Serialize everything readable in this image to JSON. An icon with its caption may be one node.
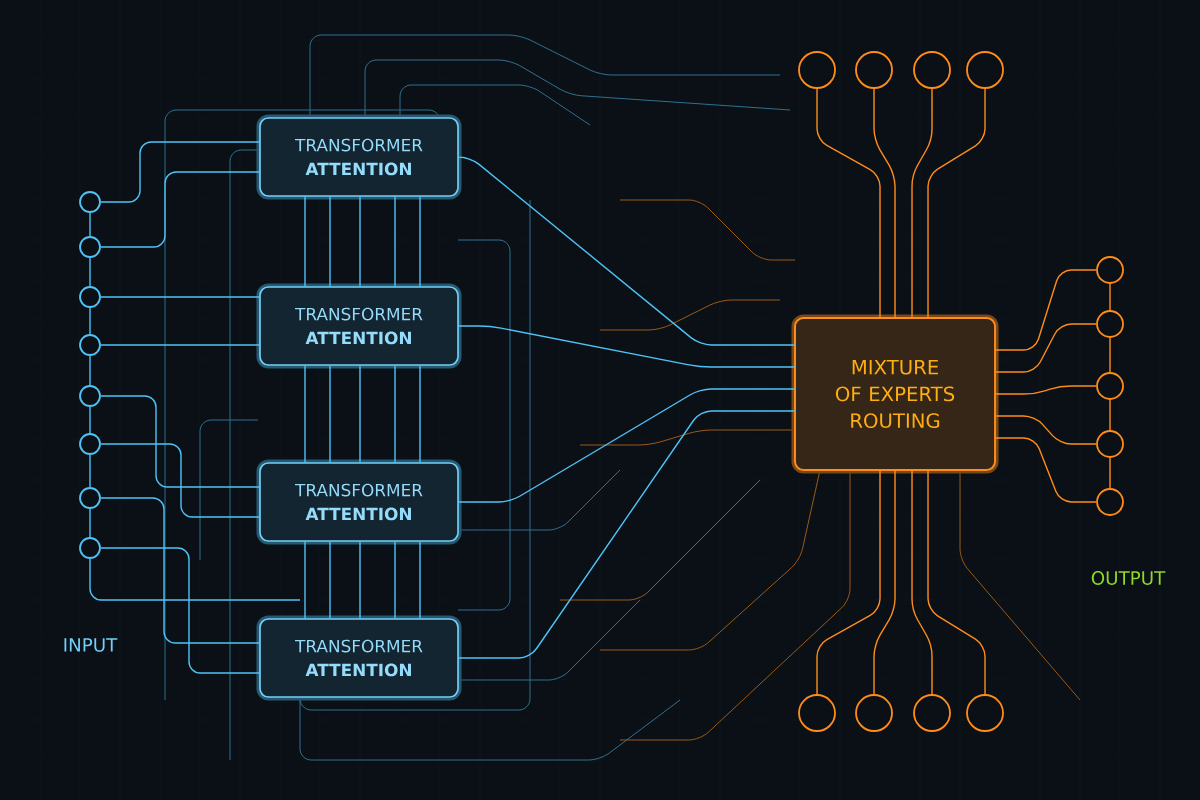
{
  "diagram": {
    "nodes": [
      {
        "text": [
          "TRANSFORMER",
          "ATTENTION"
        ]
      },
      {
        "text": [
          "TRANSFORMER",
          "ATTENTION"
        ]
      },
      {
        "text": [
          "TRANSFORMER",
          "ATTENTION"
        ]
      },
      {
        "text": [
          "TRANSFORMER",
          "ATTENTION"
        ]
      },
      {
        "text": [
          "MIXTURE OF EXPERTS ROUTING"
        ]
      },
      {
        "text": [],
        "shape": "circle"
      },
      {
        "text": [],
        "shape": "circle"
      },
      {
        "text": [],
        "shape": "circle"
      },
      {
        "text": [],
        "shape": "circle"
      },
      {
        "text": [],
        "shape": "circle"
      },
      {
        "text": [],
        "shape": "circle"
      },
      {
        "text": [],
        "shape": "circle"
      },
      {
        "text": [],
        "shape": "circle"
      },
      {
        "text": [],
        "shape": "circle"
      },
      {
        "text": [],
        "shape": "circle"
      },
      {
        "text": [],
        "shape": "circle"
      },
      {
        "text": [],
        "shape": "circle"
      },
      {
        "text": [],
        "shape": "circle"
      },
      {
        "text": [],
        "shape": "circle"
      },
      {
        "text": [],
        "shape": "circle"
      },
      {
        "text": [],
        "shape": "circle"
      },
      {
        "text": [],
        "shape": "circle"
      },
      {
        "text": [],
        "shape": "circle"
      },
      {
        "text": [],
        "shape": "circle"
      },
      {
        "text": [],
        "shape": "circle"
      },
      {
        "text": [],
        "shape": "circle"
      }
    ],
    "edges": [
      {
        "from": 0,
        "to": 4,
        "arrow": "none"
      },
      {
        "from": 1,
        "to": 4,
        "arrow": "none"
      },
      {
        "from": 2,
        "to": 4,
        "arrow": "none"
      },
      {
        "from": 3,
        "to": 4,
        "arrow": "none"
      },
      {
        "from": 5,
        "to": 0,
        "arrow": "none"
      },
      {
        "from": 6,
        "to": 0,
        "arrow": "none"
      },
      {
        "from": 7,
        "to": 1,
        "arrow": "none"
      },
      {
        "from": 8,
        "to": 1,
        "arrow": "none"
      },
      {
        "from": 9,
        "to": 2,
        "arrow": "none"
      },
      {
        "from": 10,
        "to": 2,
        "arrow": "none"
      },
      {
        "from": 11,
        "to": 3,
        "arrow": "none"
      },
      {
        "from": 12,
        "to": 3,
        "arrow": "none"
      },
      {
        "from": 4,
        "to": 13,
        "arrow": "none",
        "color": "#ff8c1a"
      },
      {
        "from": 4,
        "to": 14,
        "arrow": "none",
        "color": "#ff8c1a"
      },
      {
        "from": 4,
        "to": 15,
        "arrow": "none",
        "color": "#ff8c1a"
      },
      {
        "from": 4,
        "to": 16,
        "arrow": "none",
        "color": "#ff8c1a"
      },
      {
        "from": 4,
        "to": 17,
        "arrow": "none",
        "color": "#ff8c1a"
      },
      {
        "from": 18,
        "to": 4,
        "arrow": "none",
        "color": "#ff8c1a"
      },
      {
        "from": 19,
        "to": 4,
        "arrow": "none",
        "color": "#ff8c1a"
      },
      {
        "from": 20,
        "to": 4,
        "arrow": "none",
        "color": "#ff8c1a"
      },
      {
        "from": 21,
        "to": 4,
        "arrow": "none",
        "color": "#ff8c1a"
      },
      {
        "from": 22,
        "to": 4,
        "arrow": "none",
        "color": "#ff8c1a"
      },
      {
        "from": 23,
        "to": 4,
        "arrow": "none",
        "color": "#ff8c1a"
      },
      {
        "from": 24,
        "to": 4,
        "arrow": "none",
        "color": "#ff8c1a"
      },
      {
        "from": 25,
        "to": 4,
        "arrow": "none",
        "color": "#ff8c1a"
      },
      {
        "from": 5,
        "to": 6,
        "arrow": "none"
      },
      {
        "from": 6,
        "to": 7,
        "arrow": "none"
      },
      {
        "from": 7,
        "to": 8,
        "arrow": "none"
      },
      {
        "from": 8,
        "to": 9,
        "arrow": "none"
      },
      {
        "from": 9,
        "to": 10,
        "arrow": "none"
      },
      {
        "from": 10,
        "to": 11,
        "arrow": "none"
      },
      {
        "from": 11,
        "to": 12,
        "arrow": "none"
      },
      {
        "from": 12,
        "to": null,
        "arrow": "none"
      },
      {
        "from": 13,
        "to": 14,
        "arrow": "none",
        "color": "#ff8c1a"
      },
      {
        "from": 14,
        "to": 15,
        "arrow": "none",
        "color": "#ff8c1a"
      },
      {
        "from": 15,
        "to": 16,
        "arrow": "none",
        "color": "#ff8c1a"
      },
      {
        "from": 16,
        "to": 17,
        "arrow": "none",
        "color": "#ff8c1a"
      },
      {
        "from": 0,
        "to": 1,
        "arrow": "none"
      },
      {
        "from": 0,
        "to": 1,
        "arrow": "none"
      },
      {
        "from": 0,
        "to": 1,
        "arrow": "none"
      },
      {
        "from": 0,
        "to": 1,
        "arrow": "none"
      },
      {
        "from": 0,
        "to": 1,
        "arrow": "none"
      },
      {
        "from": 1,
        "to": 2,
        "arrow": "none"
      },
      {
        "from": 1,
        "to": 2,
        "arrow": "none"
      },
      {
        "from": 1,
        "to": 2,
        "arrow": "none"
      },
      {
        "from": 1,
        "to": 2,
        "arrow": "none"
      },
      {
        "from": 1,
        "to": 2,
        "arrow": "none"
      },
      {
        "from": 2,
        "to": 3,
        "arrow": "none"
      },
      {
        "from": 2,
        "to": 3,
        "arrow": "none"
      },
      {
        "from": 2,
        "to": 3,
        "arrow": "none"
      },
      {
        "from": 2,
        "to": 3,
        "arrow": "none"
      },
      {
        "from": 2,
        "to": 3,
        "arrow": "none"
      }
    ],
    "labels": [
      "INPUT",
      "OUTPUT"
    ]
  }
}
